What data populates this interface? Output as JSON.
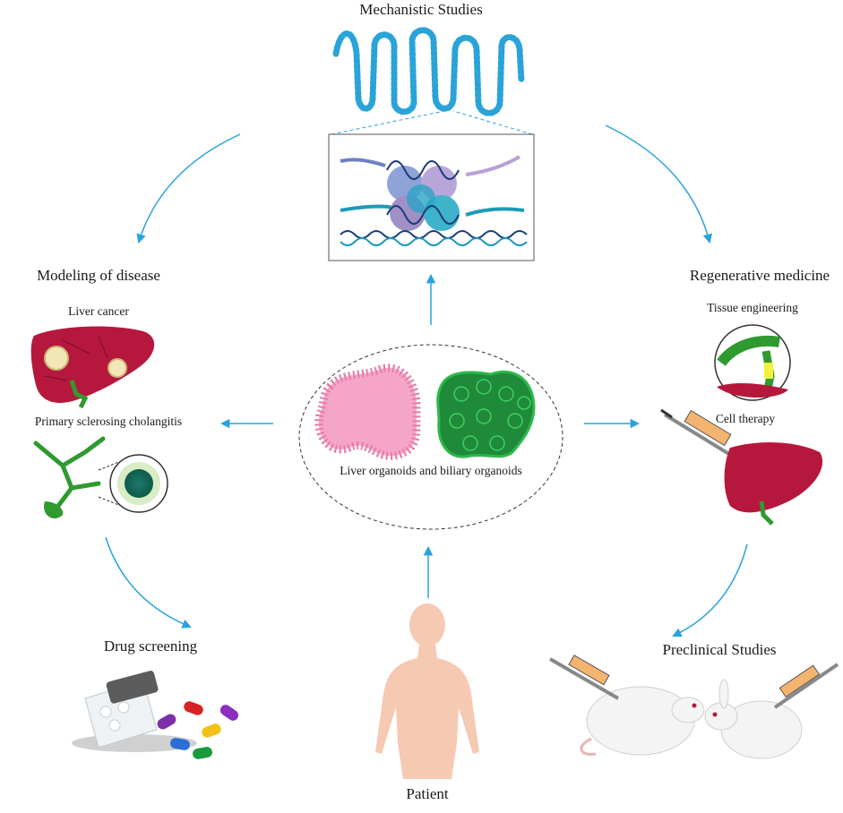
{
  "labels": {
    "mechanistic": "Mechanistic Studies",
    "modeling": "Modeling of disease",
    "liver_cancer": "Liver cancer",
    "psc": "Primary sclerosing cholangitis",
    "regenerative": "Regenerative medicine",
    "tissue_engineering": "Tissue engineering",
    "cell_therapy": "Cell therapy",
    "organoids": "Liver organoids and biliary organoids",
    "drug_screening": "Drug screening",
    "preclinical": "Preclinical Studies",
    "patient": "Patient"
  },
  "colors": {
    "arrow": "#29a3dc",
    "liver": "#b5183c",
    "bile_duct": "#2f9a2f",
    "liver_organoid": "#f49ac2",
    "biliary_organoid": "#1f8a3a",
    "patient": "#f6c9b3"
  }
}
